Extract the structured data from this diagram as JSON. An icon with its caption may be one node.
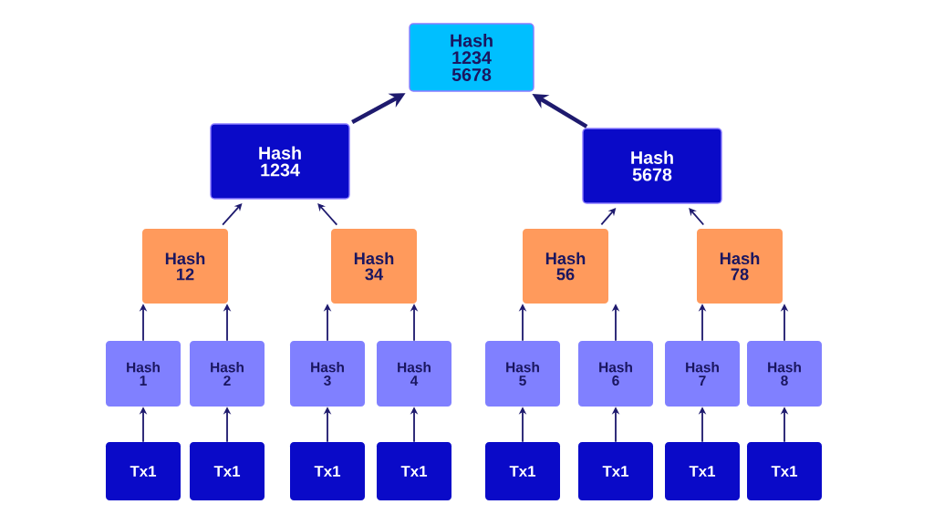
{
  "diagram": {
    "nodes": [
      {
        "text": [
          "Hash 1234 5678"
        ]
      },
      {
        "text": [
          "Hash 1234"
        ]
      },
      {
        "text": [
          "Hash 5678"
        ]
      },
      {
        "text": [
          "Hash 12"
        ]
      },
      {
        "text": [
          "Hash 34"
        ]
      },
      {
        "text": [
          "Hash 56"
        ]
      },
      {
        "text": [
          "Hash 78"
        ]
      },
      {
        "text": [
          "Hash 1"
        ]
      },
      {
        "text": [
          "Hash 2"
        ]
      },
      {
        "text": [
          "Hash 3"
        ]
      },
      {
        "text": [
          "Hash 4"
        ]
      },
      {
        "text": [
          "Hash 5"
        ]
      },
      {
        "text": [
          "Hash 6"
        ]
      },
      {
        "text": [
          "Hash 7"
        ]
      },
      {
        "text": [
          "Hash 8"
        ]
      },
      {
        "text": [
          "Tx1"
        ]
      },
      {
        "text": [
          "Tx1"
        ]
      },
      {
        "text": [
          "Tx1"
        ]
      },
      {
        "text": [
          "Tx1"
        ]
      },
      {
        "text": [
          "Tx1"
        ]
      },
      {
        "text": [
          "Tx1"
        ]
      },
      {
        "text": [
          "Tx1"
        ]
      },
      {
        "text": [
          "Tx1"
        ]
      }
    ],
    "edges": [
      {
        "from": 15,
        "to": 7,
        "arrow": "to"
      },
      {
        "from": 16,
        "to": 8,
        "arrow": "to"
      },
      {
        "from": 17,
        "to": 9,
        "arrow": "to"
      },
      {
        "from": 18,
        "to": 10,
        "arrow": "to"
      },
      {
        "from": 19,
        "to": 11,
        "arrow": "to"
      },
      {
        "from": 20,
        "to": 12,
        "arrow": "to"
      },
      {
        "from": 21,
        "to": 13,
        "arrow": "to"
      },
      {
        "from": 22,
        "to": 14,
        "arrow": "to"
      },
      {
        "from": 7,
        "to": 3,
        "arrow": "to"
      },
      {
        "from": 8,
        "to": 3,
        "arrow": "to"
      },
      {
        "from": 9,
        "to": 4,
        "arrow": "to"
      },
      {
        "from": 10,
        "to": 4,
        "arrow": "to"
      },
      {
        "from": 11,
        "to": 5,
        "arrow": "to"
      },
      {
        "from": 12,
        "to": 5,
        "arrow": "to"
      },
      {
        "from": 13,
        "to": 6,
        "arrow": "to"
      },
      {
        "from": 14,
        "to": 6,
        "arrow": "to"
      },
      {
        "from": 3,
        "to": 1,
        "arrow": "to"
      },
      {
        "from": 4,
        "to": 1,
        "arrow": "to"
      },
      {
        "from": 5,
        "to": 2,
        "arrow": "to"
      },
      {
        "from": 6,
        "to": 2,
        "arrow": "to"
      },
      {
        "from": 1,
        "to": 0,
        "arrow": "to",
        "style": "thick"
      },
      {
        "from": 2,
        "to": 0,
        "arrow": "to",
        "style": "thick"
      }
    ]
  }
}
